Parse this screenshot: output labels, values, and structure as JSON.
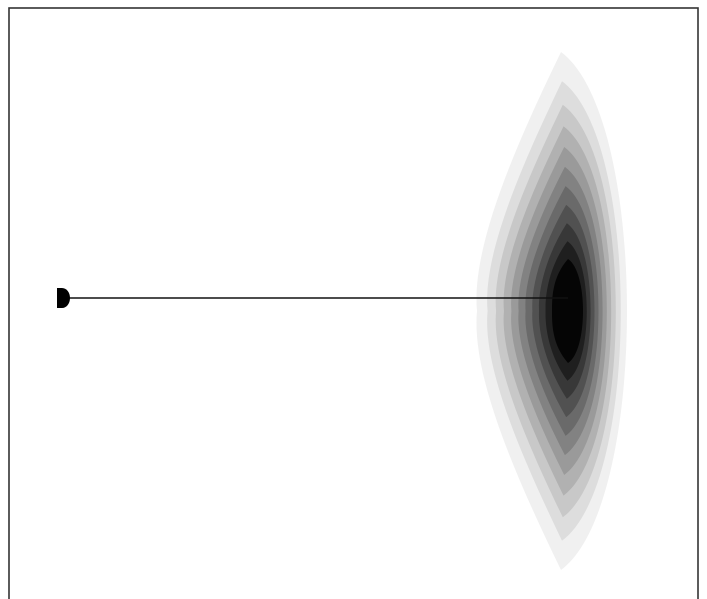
{
  "colors": {
    "background": "#ffffff",
    "frame": "#333333",
    "ray": "#111111",
    "source": "#000000",
    "density_outer": "#f0f0f0",
    "density_core": "#050505"
  },
  "diagram": {
    "elements": [
      "frame",
      "point-source",
      "ray-line",
      "crescent-density-distribution"
    ],
    "contour_levels": 11
  }
}
